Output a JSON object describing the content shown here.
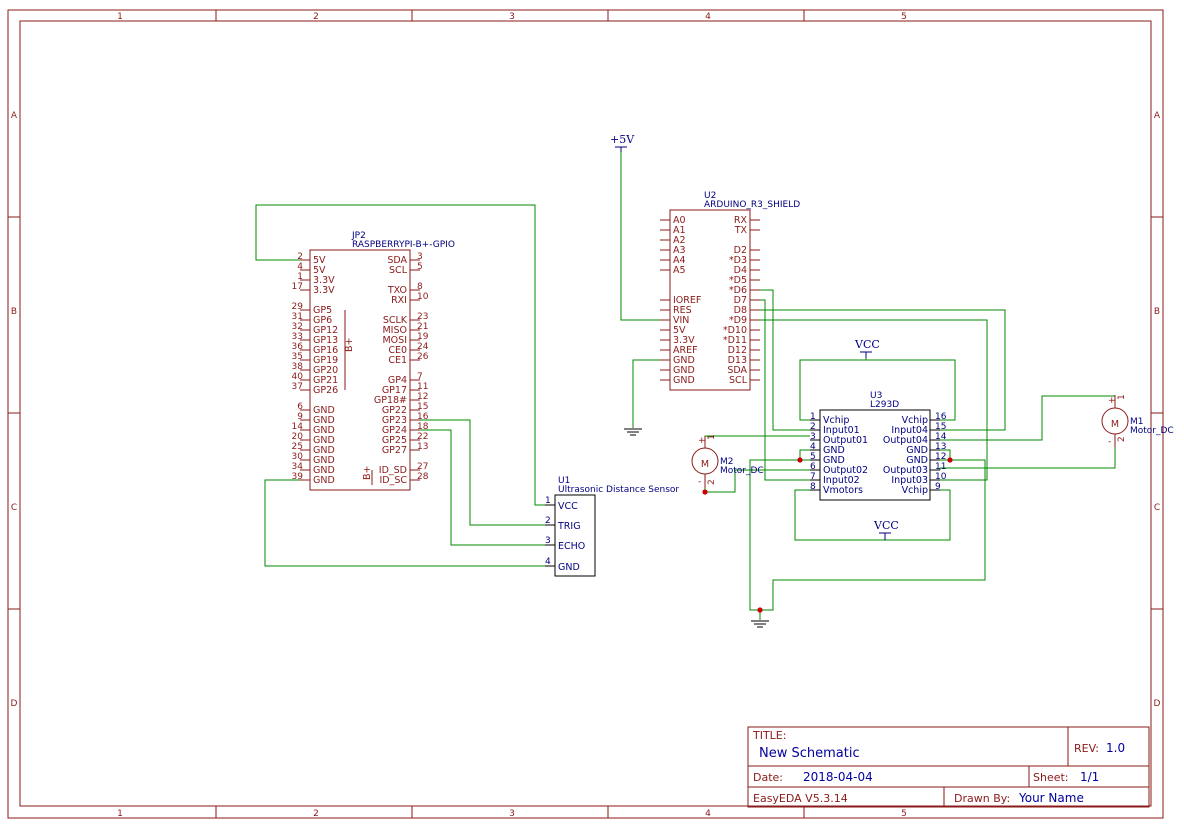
{
  "frame": {
    "columns": [
      "1",
      "2",
      "3",
      "4",
      "5"
    ],
    "rows": [
      "A",
      "B",
      "C",
      "D"
    ]
  },
  "components": {
    "jp2": {
      "designator": "JP2",
      "name": "RASPBERRYPI-B+-GPIO",
      "side_label": "B+",
      "left_pins": [
        {
          "num": "2",
          "name": "5V"
        },
        {
          "num": "4",
          "name": "5V"
        },
        {
          "num": "1",
          "name": "3.3V"
        },
        {
          "num": "17",
          "name": "3.3V"
        },
        {
          "num": "29",
          "name": "GP5"
        },
        {
          "num": "31",
          "name": "GP6"
        },
        {
          "num": "32",
          "name": "GP12"
        },
        {
          "num": "33",
          "name": "GP13"
        },
        {
          "num": "36",
          "name": "GP16"
        },
        {
          "num": "35",
          "name": "GP19"
        },
        {
          "num": "38",
          "name": "GP20"
        },
        {
          "num": "40",
          "name": "GP21"
        },
        {
          "num": "37",
          "name": "GP26"
        },
        {
          "num": "6",
          "name": "GND"
        },
        {
          "num": "9",
          "name": "GND"
        },
        {
          "num": "14",
          "name": "GND"
        },
        {
          "num": "20",
          "name": "GND"
        },
        {
          "num": "25",
          "name": "GND"
        },
        {
          "num": "30",
          "name": "GND"
        },
        {
          "num": "34",
          "name": "GND"
        },
        {
          "num": "39",
          "name": "GND"
        }
      ],
      "right_pins": [
        {
          "num": "3",
          "name": "SDA"
        },
        {
          "num": "5",
          "name": "SCL"
        },
        {
          "num": "8",
          "name": "TXO"
        },
        {
          "num": "10",
          "name": "RXI"
        },
        {
          "num": "23",
          "name": "SCLK"
        },
        {
          "num": "21",
          "name": "MISO"
        },
        {
          "num": "19",
          "name": "MOSI"
        },
        {
          "num": "24",
          "name": "CE0"
        },
        {
          "num": "26",
          "name": "CE1"
        },
        {
          "num": "7",
          "name": "GP4"
        },
        {
          "num": "11",
          "name": "GP17"
        },
        {
          "num": "12",
          "name": "GP18#"
        },
        {
          "num": "15",
          "name": "GP22"
        },
        {
          "num": "16",
          "name": "GP23"
        },
        {
          "num": "18",
          "name": "GP24"
        },
        {
          "num": "22",
          "name": "GP25"
        },
        {
          "num": "13",
          "name": "GP27"
        },
        {
          "num": "27",
          "name": "ID_SD"
        },
        {
          "num": "28",
          "name": "ID_SC"
        }
      ]
    },
    "u2": {
      "designator": "U2",
      "name": "ARDUINO_R3_SHIELD",
      "left_pins": [
        "A0",
        "A1",
        "A2",
        "A3",
        "A4",
        "A5",
        "IOREF",
        "RES",
        "VIN",
        "5V",
        "3.3V",
        "AREF",
        "GND",
        "GND",
        "GND"
      ],
      "right_pins": [
        "RX",
        "TX",
        "D2",
        "*D3",
        "D4",
        "*D5",
        "*D6",
        "D7",
        "D8",
        "*D9",
        "*D10",
        "*D11",
        "D12",
        "D13",
        "SDA",
        "SCL"
      ]
    },
    "u1": {
      "designator": "U1",
      "name": "Ultrasonic Distance Sensor",
      "pins": [
        {
          "num": "1",
          "name": "VCC"
        },
        {
          "num": "2",
          "name": "TRIG"
        },
        {
          "num": "3",
          "name": "ECHO"
        },
        {
          "num": "4",
          "name": "GND"
        }
      ]
    },
    "u3": {
      "designator": "U3",
      "name": "L293D",
      "left_pins": [
        {
          "num": "1",
          "name": "Vchip"
        },
        {
          "num": "2",
          "name": "Input01"
        },
        {
          "num": "3",
          "name": "Output01"
        },
        {
          "num": "4",
          "name": "GND"
        },
        {
          "num": "5",
          "name": "GND"
        },
        {
          "num": "6",
          "name": "Output02"
        },
        {
          "num": "7",
          "name": "Input02"
        },
        {
          "num": "8",
          "name": "Vmotors"
        }
      ],
      "right_pins": [
        {
          "num": "16",
          "name": "Vchip"
        },
        {
          "num": "15",
          "name": "Input04"
        },
        {
          "num": "14",
          "name": "Output04"
        },
        {
          "num": "13",
          "name": "GND"
        },
        {
          "num": "12",
          "name": "GND"
        },
        {
          "num": "11",
          "name": "Output03"
        },
        {
          "num": "10",
          "name": "Input03"
        },
        {
          "num": "9",
          "name": "Vchip"
        }
      ]
    },
    "m1": {
      "designator": "M1",
      "name": "Motor_DC",
      "symbol": "M",
      "plus": "+",
      "minus": "-",
      "pin_top": "1",
      "pin_bottom": "2"
    },
    "m2": {
      "designator": "M2",
      "name": "Motor_DC",
      "symbol": "M",
      "plus": "+",
      "minus": "-",
      "pin_top": "1",
      "pin_bottom": "2"
    }
  },
  "power": {
    "plus5v": "+5V",
    "vcc_top": "VCC",
    "vcc_bottom": "VCC"
  },
  "title_block": {
    "title_label": "TITLE:",
    "title_value": "New Schematic",
    "rev_label": "REV:",
    "rev_value": "1.0",
    "date_label": "Date:",
    "date_value": "2018-04-04",
    "sheet_label": "Sheet:",
    "sheet_value": "1/1",
    "software": "EasyEDA V5.3.14",
    "drawn_by_label": "Drawn By:",
    "drawn_by_value": "Your Name"
  }
}
